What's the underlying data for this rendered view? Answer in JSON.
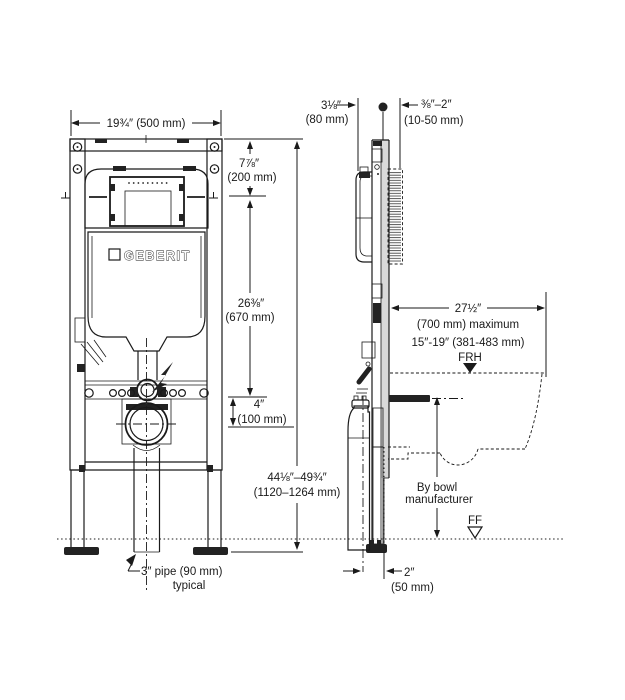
{
  "colors": {
    "line_color": "#1a1a1a",
    "dark_fill": "#222222",
    "frame_shade": "#d9d9d9",
    "background": "#ffffff"
  },
  "front_view": {
    "brand": "GEBERIT",
    "dims": {
      "frame_width": "19¾″ (500 mm)",
      "actuator_height_in": "7⅞″",
      "actuator_height_mm": "(200 mm)",
      "tank_height_in": "26⅜″",
      "tank_height_mm": "(670 mm)",
      "outlet_height_in": "4″",
      "outlet_height_mm": "(100 mm)",
      "overall_height_in": "44⅛″–49¾″",
      "overall_height_mm": "(1120–1264 mm)"
    },
    "pipe_note_line1": "3″ pipe (90 mm)",
    "pipe_note_line2": "typical"
  },
  "side_view": {
    "dims": {
      "frame_depth_in": "3⅛″",
      "frame_depth_mm": "(80 mm)",
      "wall_thickness_in": "⅜″–2″",
      "wall_thickness_mm": "(10-50 mm)",
      "bowl_projection_in": "27½″",
      "bowl_projection_mm": "(700 mm) maximum",
      "rim_height": "15″-19″ (381-483 mm)",
      "rim_height_label": "FRH",
      "bolt_spec_line1": "By bowl",
      "bolt_spec_line2": "manufacturer",
      "floor_label": "FF",
      "pipe_offset_in": "2″",
      "pipe_offset_mm": "(50 mm)"
    }
  }
}
